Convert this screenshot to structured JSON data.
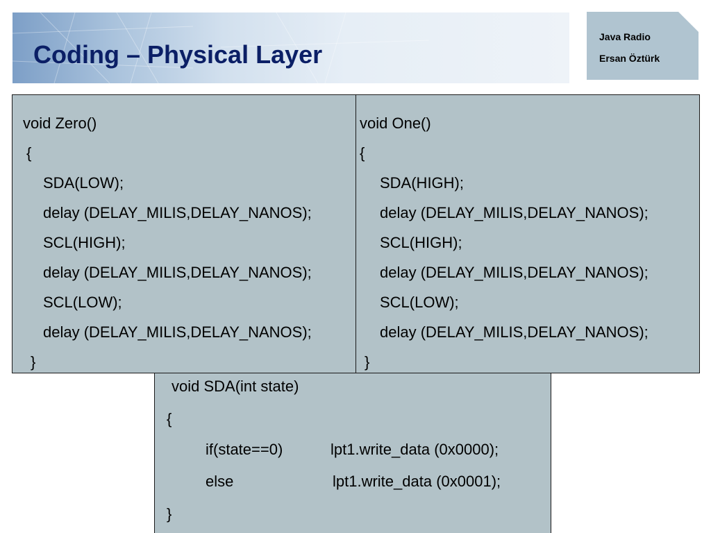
{
  "header": {
    "title": "Coding – Physical Layer",
    "info_line1": "Java Radio",
    "info_line2": "Ersan Öztürk"
  },
  "zero_function": {
    "lines": [
      "void Zero()",
      "{",
      "SDA(LOW);",
      "delay (DELAY_MILIS,DELAY_NANOS);",
      "SCL(HIGH);",
      "delay (DELAY_MILIS,DELAY_NANOS);",
      "SCL(LOW);",
      "delay (DELAY_MILIS,DELAY_NANOS);",
      "}"
    ]
  },
  "one_function": {
    "lines": [
      "void One()",
      "{",
      "SDA(HIGH);",
      "delay (DELAY_MILIS,DELAY_NANOS);",
      "SCL(HIGH);",
      "delay (DELAY_MILIS,DELAY_NANOS);",
      "SCL(LOW);",
      "delay (DELAY_MILIS,DELAY_NANOS);",
      "}"
    ]
  },
  "sda_function": {
    "signature": "void SDA(int state)",
    "open_brace": "{",
    "if_condition": "if(state==0)",
    "if_action": "lpt1.write_data (0x0000);",
    "else_keyword": "else",
    "else_action": "lpt1.write_data (0x0001);",
    "close_brace": "}"
  },
  "colors": {
    "title": "#0b1f66",
    "code_box": "#b2c2c8",
    "info_card": "#b0c4d0"
  }
}
